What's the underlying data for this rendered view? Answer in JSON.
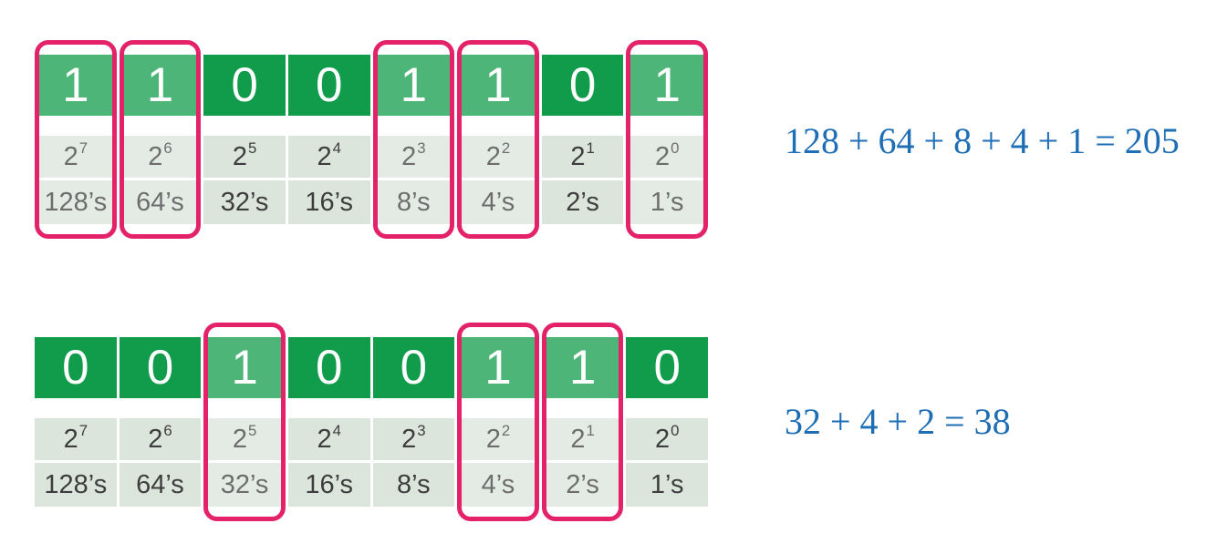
{
  "colors": {
    "bit_cell_green": "#109c4a",
    "bit_cell_green_highlighted": "#4bb279",
    "value_row_background": "#dbe5dc",
    "highlight_border_pink": "#e4226a",
    "equation_blue": "#1e6eb5",
    "digit_text": "#ffffff",
    "value_text": "#3d3d3d"
  },
  "tables": [
    {
      "name": "binary-205",
      "digits": [
        "1",
        "1",
        "0",
        "0",
        "1",
        "1",
        "0",
        "1"
      ],
      "powers": [
        {
          "base": "2",
          "exp": "7"
        },
        {
          "base": "2",
          "exp": "6"
        },
        {
          "base": "2",
          "exp": "5"
        },
        {
          "base": "2",
          "exp": "4"
        },
        {
          "base": "2",
          "exp": "3"
        },
        {
          "base": "2",
          "exp": "2"
        },
        {
          "base": "2",
          "exp": "1"
        },
        {
          "base": "2",
          "exp": "0"
        }
      ],
      "place_labels": [
        "128’s",
        "64’s",
        "32’s",
        "16’s",
        "8’s",
        "4’s",
        "2’s",
        "1’s"
      ],
      "highlighted_columns": [
        0,
        1,
        4,
        5,
        7
      ],
      "equation": "128 + 64 + 8 + 4 + 1 = 205"
    },
    {
      "name": "binary-38",
      "digits": [
        "0",
        "0",
        "1",
        "0",
        "0",
        "1",
        "1",
        "0"
      ],
      "powers": [
        {
          "base": "2",
          "exp": "7"
        },
        {
          "base": "2",
          "exp": "6"
        },
        {
          "base": "2",
          "exp": "5"
        },
        {
          "base": "2",
          "exp": "4"
        },
        {
          "base": "2",
          "exp": "3"
        },
        {
          "base": "2",
          "exp": "2"
        },
        {
          "base": "2",
          "exp": "1"
        },
        {
          "base": "2",
          "exp": "0"
        }
      ],
      "place_labels": [
        "128’s",
        "64’s",
        "32’s",
        "16’s",
        "8’s",
        "4’s",
        "2’s",
        "1’s"
      ],
      "highlighted_columns": [
        2,
        5,
        6
      ],
      "equation": "32 + 4 + 2 = 38"
    }
  ]
}
